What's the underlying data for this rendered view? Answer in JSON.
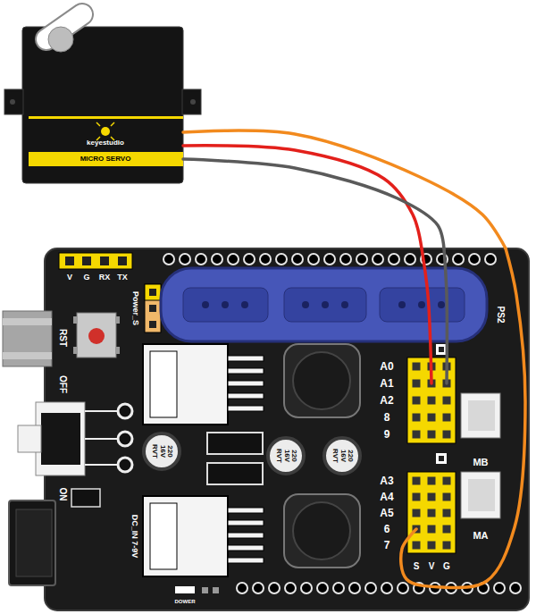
{
  "diagram": {
    "nodes": [
      {
        "text": [
          "keyestudio",
          "MICRO SERVO"
        ]
      },
      {
        "text": [
          "V",
          "G",
          "RX",
          "TX",
          "Power_S",
          "PS2",
          "RST",
          "A0",
          "A1",
          "OFF",
          "A2",
          "8",
          "9",
          "MB",
          "A3",
          "ON",
          "A4",
          "A5",
          "DC_IN 7-9V",
          "6",
          "MA",
          "7",
          "S",
          "V",
          "G",
          "DOWER"
        ]
      },
      {
        "text": [
          "220 16V RVT"
        ],
        "in": 1
      },
      {
        "text": [
          "220 16V RVT"
        ],
        "in": 1
      },
      {
        "text": [
          "220 16V RVT"
        ],
        "in": 1
      }
    ],
    "edges": [
      {
        "from": 0,
        "to": 1,
        "arrow": "none"
      },
      {
        "from": 0,
        "to": 1,
        "arrow": "none"
      },
      {
        "from": 0,
        "to": 1,
        "arrow": "none"
      }
    ]
  }
}
